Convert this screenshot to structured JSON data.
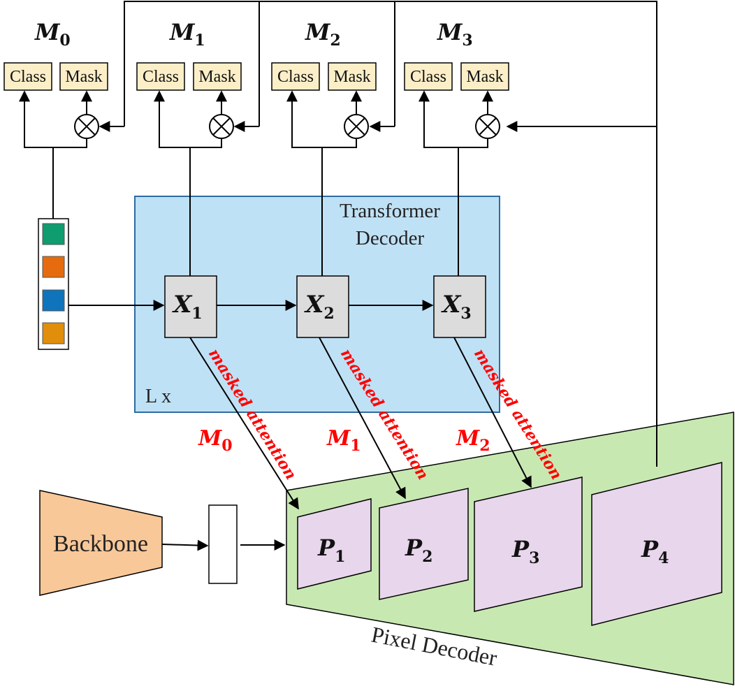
{
  "heads": [
    {
      "m": "M",
      "sub": "0",
      "class_label": "Class",
      "mask_label": "Mask"
    },
    {
      "m": "M",
      "sub": "1",
      "class_label": "Class",
      "mask_label": "Mask"
    },
    {
      "m": "M",
      "sub": "2",
      "class_label": "Class",
      "mask_label": "Mask"
    },
    {
      "m": "M",
      "sub": "3",
      "class_label": "Class",
      "mask_label": "Mask"
    }
  ],
  "transformer": {
    "title_line1": "Transformer",
    "title_line2": "Decoder",
    "repeat": "L x"
  },
  "layers": [
    {
      "x": "X",
      "sub": "1"
    },
    {
      "x": "X",
      "sub": "2"
    },
    {
      "x": "X",
      "sub": "3"
    }
  ],
  "attention": [
    {
      "text": "masked attention",
      "m": "M",
      "sub": "0"
    },
    {
      "text": "masked attention",
      "m": "M",
      "sub": "1"
    },
    {
      "text": "masked attention",
      "m": "M",
      "sub": "2"
    }
  ],
  "backbone": "Backbone",
  "pixel_decoder": "Pixel Decoder",
  "features": [
    {
      "p": "P",
      "sub": "1"
    },
    {
      "p": "P",
      "sub": "2"
    },
    {
      "p": "P",
      "sub": "3"
    },
    {
      "p": "P",
      "sub": "4"
    }
  ],
  "query_colors": [
    "#0f9c6e",
    "#e56b0e",
    "#0f74bb",
    "#e08e0b"
  ],
  "colors": {
    "transformer_fill": "#bfe1f5",
    "transformer_stroke": "#2e6aa3",
    "pixel_fill": "#c8e8b2",
    "feature_fill": "#e8d6ec",
    "backbone_fill": "#f9c899",
    "head_fill": "#fcefc8",
    "layer_fill": "#dcdcdc",
    "attention_red": "#ff0000"
  }
}
